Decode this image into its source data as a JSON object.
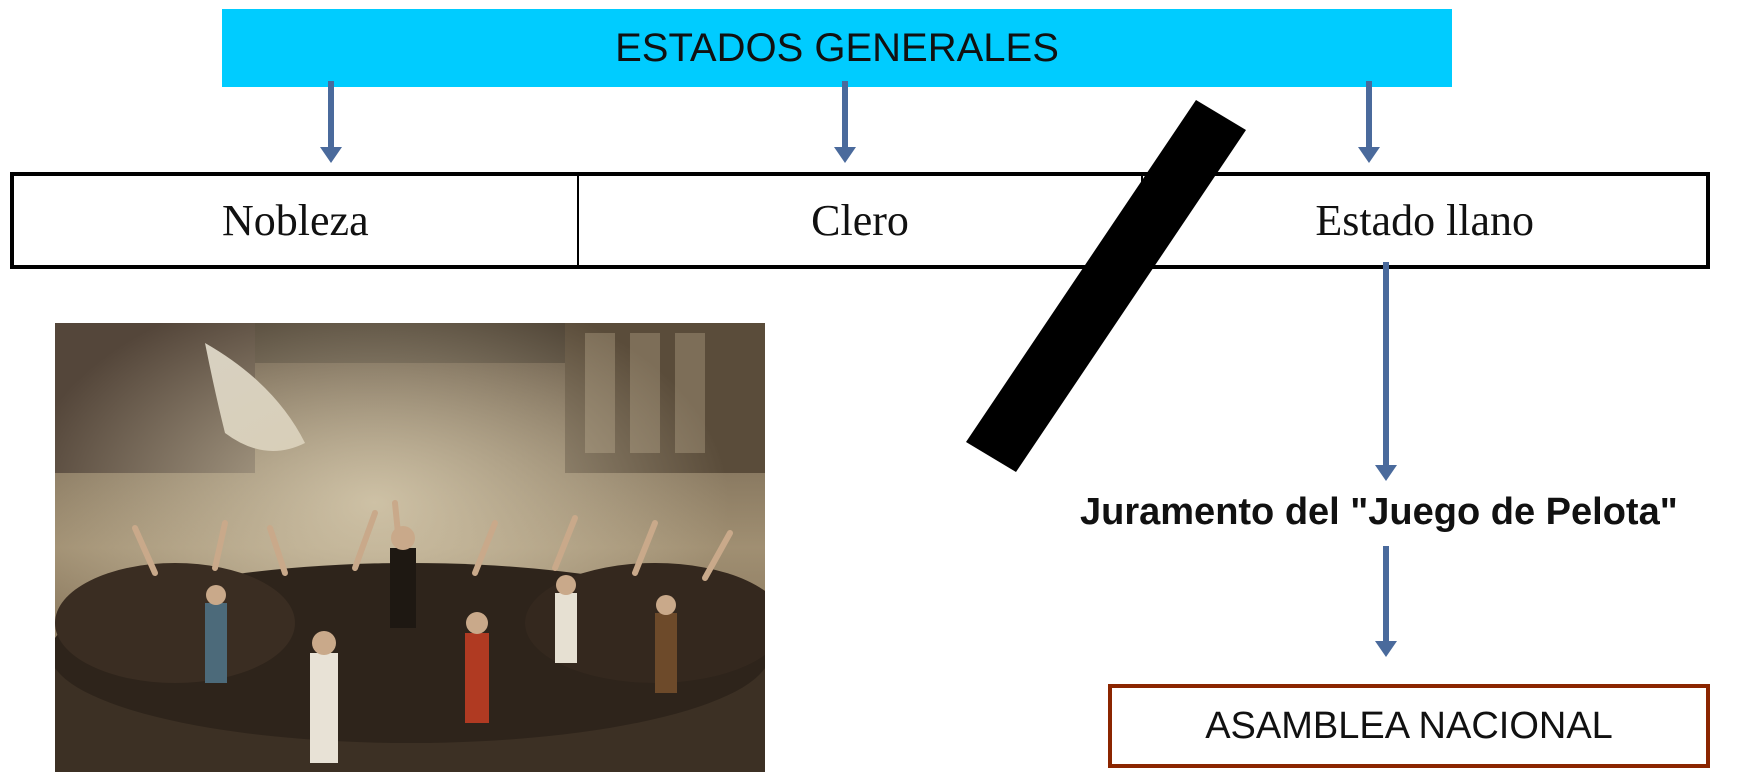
{
  "header": {
    "label": "ESTADOS GENERALES",
    "color": "#00ccff"
  },
  "estates": [
    {
      "label": "Nobleza"
    },
    {
      "label": "Clero"
    },
    {
      "label": "Estado llano"
    }
  ],
  "oath": {
    "label": "Juramento del \"Juego de Pelota\""
  },
  "assembly": {
    "label": "ASAMBLEA NACIONAL",
    "border_color": "#8b2500"
  },
  "arrow_color": "#4a6a9c",
  "painting": {
    "subject": "Oath of the Tennis Court painting"
  }
}
